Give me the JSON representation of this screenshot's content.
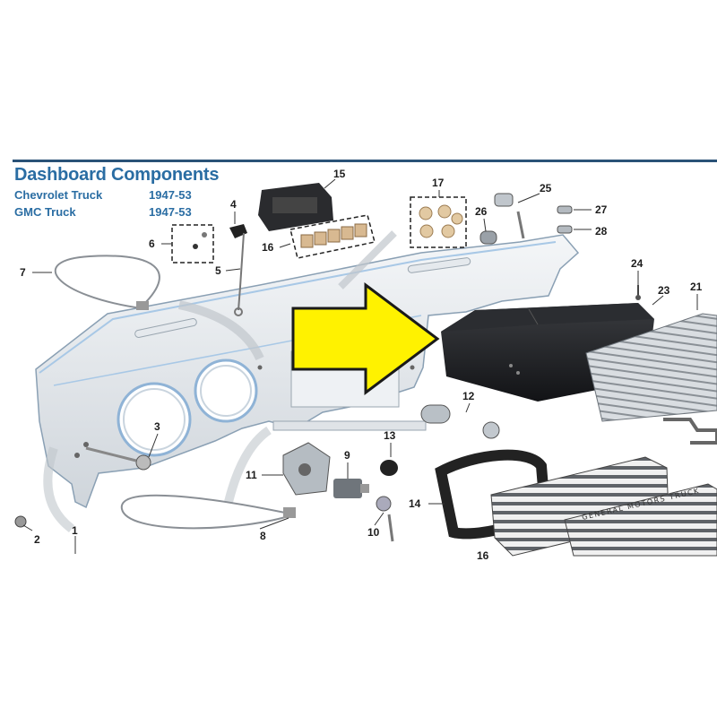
{
  "header": {
    "title": "Dashboard Components",
    "rows": [
      {
        "make": "Chevrolet Truck",
        "years": "1947-53"
      },
      {
        "make": "GMC Truck",
        "years": "1947-53"
      }
    ]
  },
  "callouts": [
    "1",
    "2",
    "3",
    "4",
    "5",
    "6",
    "7",
    "8",
    "9",
    "10",
    "11",
    "12",
    "13",
    "14",
    "15",
    "16",
    "17",
    "21",
    "23",
    "24",
    "25",
    "26",
    "27",
    "28"
  ],
  "callout_partial": "16",
  "grille_text": "GENERAL MOTORS TRUCK",
  "colors": {
    "title_blue": "#2a6da3",
    "rule_navy": "#2a5277",
    "arrow_yellow": "#fff200",
    "panel_blue_line": "#a8c8e6"
  }
}
